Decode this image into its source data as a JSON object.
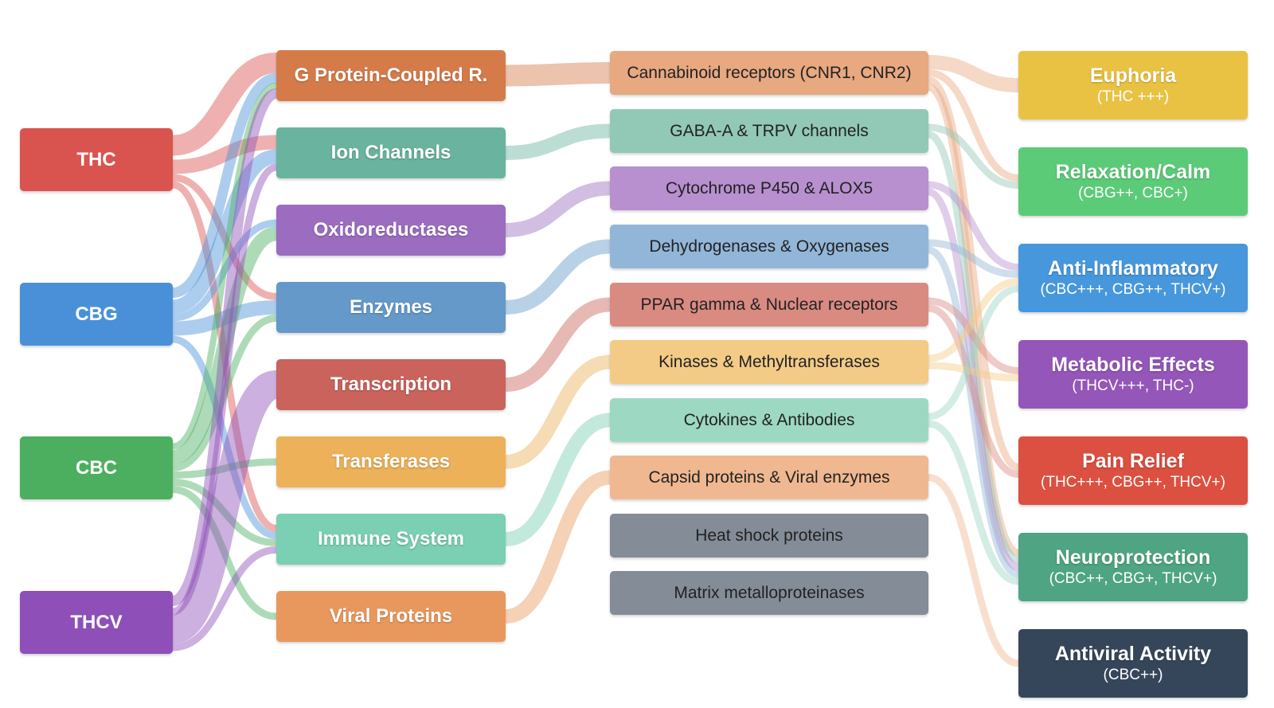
{
  "colors": {
    "thc": "#d9534f",
    "cbg": "#4a90d9",
    "cbc": "#4caf60",
    "thcv": "#8e4fb8",
    "gpcr": "#d57b4a",
    "ion": "#6ab39f",
    "oxido": "#9b6cc0",
    "enzymes": "#6499c9",
    "transcription": "#c9635c",
    "transferases": "#ecb159",
    "immune": "#7bcfb3",
    "viral": "#e9985d",
    "cannabinoid": "#e8a880",
    "gaba": "#92c8b6",
    "cyp": "#b890d0",
    "dehydro": "#92b6d8",
    "ppar": "#d98b82",
    "kinases": "#f3cb86",
    "cytokines": "#9dd8c3",
    "capsid": "#f0b890",
    "heat": "#848c98",
    "matrix": "#848c98",
    "euphoria": "#eac243",
    "relaxation": "#5ccb78",
    "antiinflam": "#4797dd",
    "metabolic": "#9456b8",
    "pain": "#db5040",
    "neuro": "#4ea483",
    "antiviral": "#36465a"
  },
  "compounds": [
    {
      "id": "thc",
      "label": "THC"
    },
    {
      "id": "cbg",
      "label": "CBG"
    },
    {
      "id": "cbc",
      "label": "CBC"
    },
    {
      "id": "thcv",
      "label": "THCV"
    }
  ],
  "target_classes": [
    {
      "id": "gpcr",
      "label": "G Protein-Coupled R."
    },
    {
      "id": "ion",
      "label": "Ion Channels"
    },
    {
      "id": "oxido",
      "label": "Oxidoreductases"
    },
    {
      "id": "enzymes",
      "label": "Enzymes"
    },
    {
      "id": "transcription",
      "label": "Transcription"
    },
    {
      "id": "transferases",
      "label": "Transferases"
    },
    {
      "id": "immune",
      "label": "Immune System"
    },
    {
      "id": "viral",
      "label": "Viral Proteins"
    }
  ],
  "targets": [
    {
      "id": "cannabinoid",
      "label": "Cannabinoid receptors (CNR1, CNR2)"
    },
    {
      "id": "gaba",
      "label": "GABA-A & TRPV channels"
    },
    {
      "id": "cyp",
      "label": "Cytochrome P450 & ALOX5"
    },
    {
      "id": "dehydro",
      "label": "Dehydrogenases & Oxygenases"
    },
    {
      "id": "ppar",
      "label": "PPAR gamma & Nuclear receptors"
    },
    {
      "id": "kinases",
      "label": "Kinases & Methyltransferases"
    },
    {
      "id": "cytokines",
      "label": "Cytokines & Antibodies"
    },
    {
      "id": "capsid",
      "label": "Capsid proteins & Viral enzymes"
    },
    {
      "id": "heat",
      "label": "Heat shock proteins"
    },
    {
      "id": "matrix",
      "label": "Matrix metalloproteinases"
    }
  ],
  "effects": [
    {
      "id": "euphoria",
      "label": "Euphoria",
      "detail": "(THC +++)"
    },
    {
      "id": "relaxation",
      "label": "Relaxation/Calm",
      "detail": "(CBG++, CBC+)"
    },
    {
      "id": "antiinflam",
      "label": "Anti-Inflammatory",
      "detail": "(CBC+++, CBG++, THCV+)"
    },
    {
      "id": "metabolic",
      "label": "Metabolic Effects",
      "detail": "(THCV+++, THC-)"
    },
    {
      "id": "pain",
      "label": "Pain Relief",
      "detail": "(THC+++, CBG++, THCV+)"
    },
    {
      "id": "neuro",
      "label": "Neuroprotection",
      "detail": "(CBC++, CBG+, THCV+)"
    },
    {
      "id": "antiviral",
      "label": "Antiviral Activity",
      "detail": "(CBC++)"
    }
  ],
  "links": [
    {
      "source": "thc",
      "target": "gpcr",
      "weight": 4
    },
    {
      "source": "thc",
      "target": "ion",
      "weight": 2
    },
    {
      "source": "thc",
      "target": "enzymes",
      "weight": 1
    },
    {
      "source": "thc",
      "target": "immune",
      "weight": 1
    },
    {
      "source": "cbg",
      "target": "gpcr",
      "weight": 2
    },
    {
      "source": "cbg",
      "target": "ion",
      "weight": 2
    },
    {
      "source": "cbg",
      "target": "oxido",
      "weight": 1
    },
    {
      "source": "cbg",
      "target": "enzymes",
      "weight": 2
    },
    {
      "source": "cbg",
      "target": "immune",
      "weight": 1
    },
    {
      "source": "cbc",
      "target": "gpcr",
      "weight": 1
    },
    {
      "source": "cbc",
      "target": "oxido",
      "weight": 2
    },
    {
      "source": "cbc",
      "target": "enzymes",
      "weight": 1
    },
    {
      "source": "cbc",
      "target": "transferases",
      "weight": 1
    },
    {
      "source": "cbc",
      "target": "immune",
      "weight": 1
    },
    {
      "source": "cbc",
      "target": "viral",
      "weight": 1
    },
    {
      "source": "thcv",
      "target": "gpcr",
      "weight": 2
    },
    {
      "source": "thcv",
      "target": "ion",
      "weight": 1
    },
    {
      "source": "thcv",
      "target": "transcription",
      "weight": 4
    },
    {
      "source": "thcv",
      "target": "immune",
      "weight": 1
    },
    {
      "source": "gpcr",
      "target": "cannabinoid",
      "weight": 3
    },
    {
      "source": "ion",
      "target": "gaba",
      "weight": 2
    },
    {
      "source": "oxido",
      "target": "cyp",
      "weight": 2
    },
    {
      "source": "enzymes",
      "target": "dehydro",
      "weight": 2
    },
    {
      "source": "transcription",
      "target": "ppar",
      "weight": 2
    },
    {
      "source": "transferases",
      "target": "kinases",
      "weight": 2
    },
    {
      "source": "immune",
      "target": "cytokines",
      "weight": 2
    },
    {
      "source": "viral",
      "target": "capsid",
      "weight": 2
    },
    {
      "source": "cannabinoid",
      "target": "euphoria",
      "weight": 2
    },
    {
      "source": "cannabinoid",
      "target": "relaxation",
      "weight": 1
    },
    {
      "source": "cannabinoid",
      "target": "pain",
      "weight": 1
    },
    {
      "source": "cannabinoid",
      "target": "neuro",
      "weight": 1
    },
    {
      "source": "gaba",
      "target": "relaxation",
      "weight": 1
    },
    {
      "source": "gaba",
      "target": "neuro",
      "weight": 1
    },
    {
      "source": "cyp",
      "target": "antiinflam",
      "weight": 1
    },
    {
      "source": "cyp",
      "target": "neuro",
      "weight": 1
    },
    {
      "source": "dehydro",
      "target": "antiinflam",
      "weight": 1
    },
    {
      "source": "dehydro",
      "target": "neuro",
      "weight": 1
    },
    {
      "source": "ppar",
      "target": "metabolic",
      "weight": 1
    },
    {
      "source": "ppar",
      "target": "pain",
      "weight": 1
    },
    {
      "source": "kinases",
      "target": "antiinflam",
      "weight": 1
    },
    {
      "source": "kinases",
      "target": "metabolic",
      "weight": 1
    },
    {
      "source": "cytokines",
      "target": "antiinflam",
      "weight": 1
    },
    {
      "source": "cytokines",
      "target": "neuro",
      "weight": 1
    },
    {
      "source": "capsid",
      "target": "antiviral",
      "weight": 1
    }
  ]
}
